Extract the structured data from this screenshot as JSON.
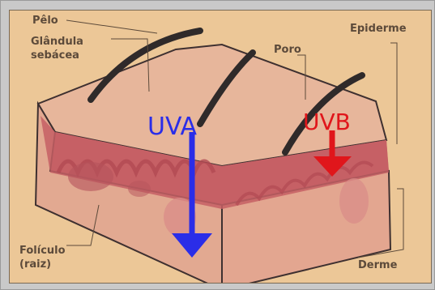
{
  "labels": {
    "pelo": "Pêlo",
    "glandula_1": "Glândula",
    "glandula_2": "sebácea",
    "poro": "Poro",
    "epiderme": "Epiderme",
    "foliculo_1": "Folículo",
    "foliculo_2": "(raiz)",
    "derme": "Derme"
  },
  "rays": {
    "uva": "UVA",
    "uvb": "UVB"
  },
  "colors": {
    "background": "#ecc797",
    "skin_top": "#e7b79a",
    "epidermis": "#c9656a",
    "dermis": "#dea08c",
    "uva": "#2a2de8",
    "uvb": "#e0161b",
    "outline": "#3e3030"
  }
}
